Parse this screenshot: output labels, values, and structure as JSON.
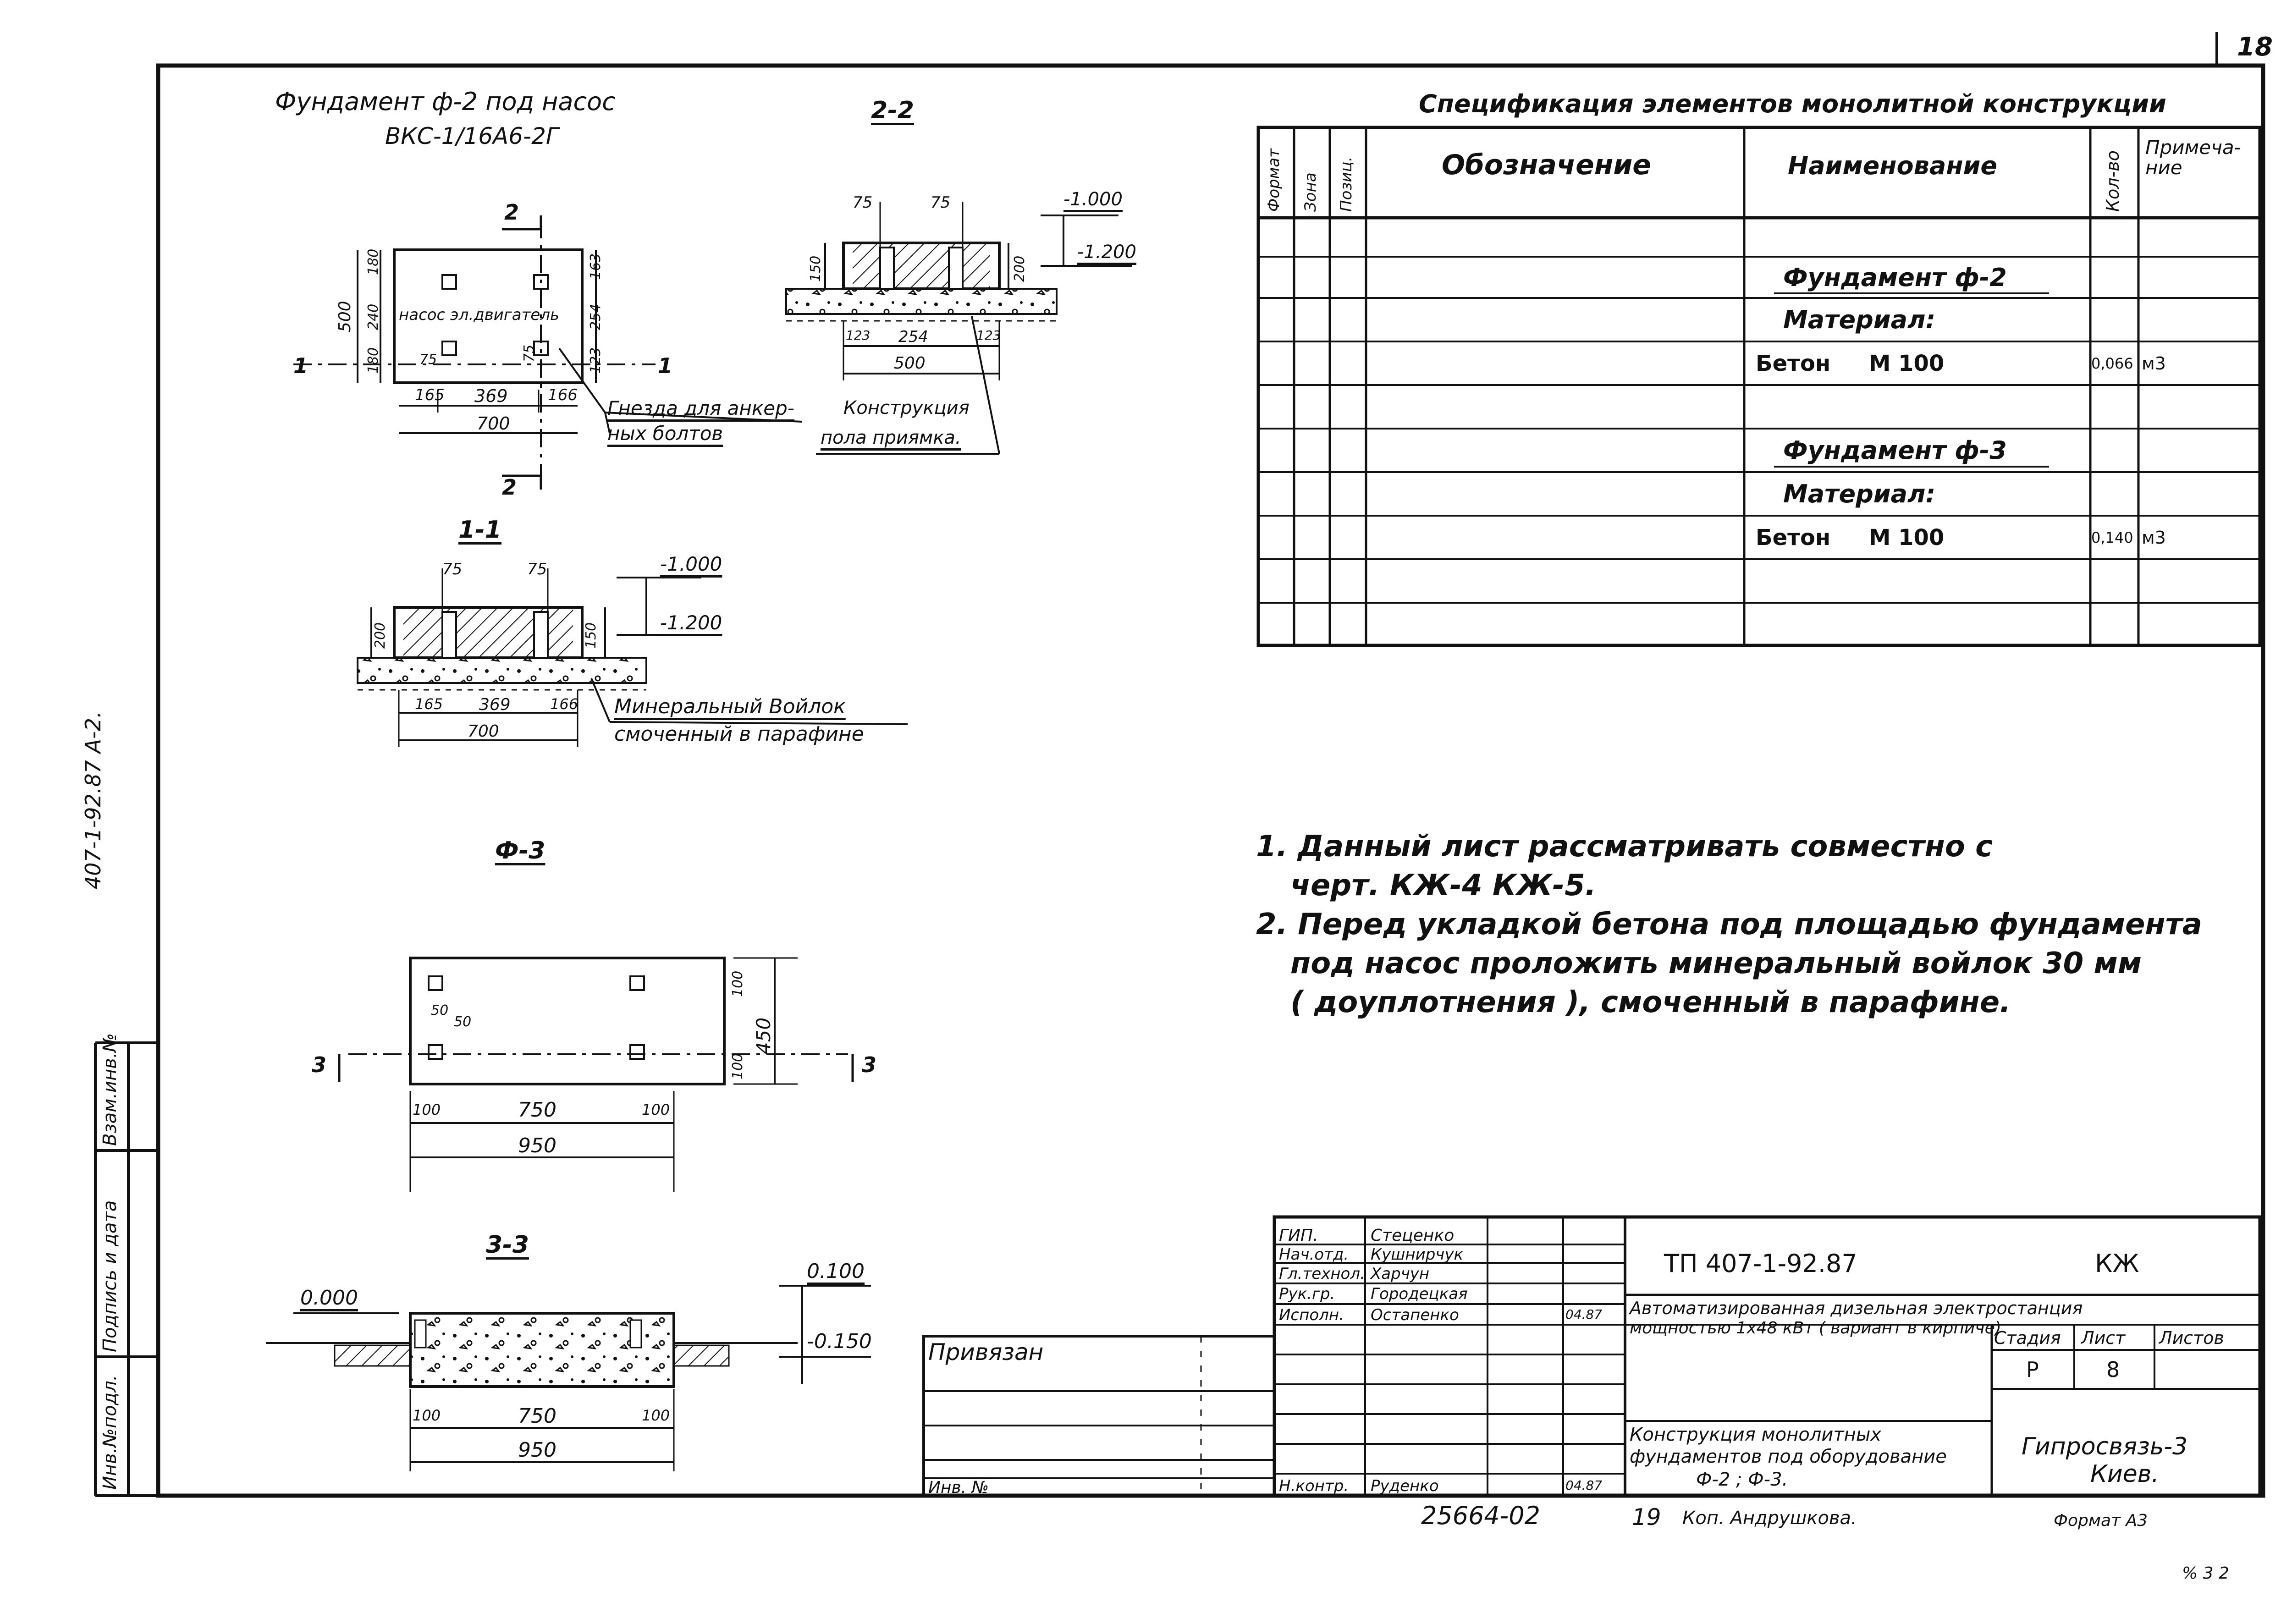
{
  "sheet": {
    "number": "18",
    "side_code": "407-1-92.87  А-2.",
    "stamp_number": "25664-02",
    "copy_number": "19",
    "copied_by": "Коп. Андрушкова.",
    "format": "Формат А3",
    "corner_mark": "% 3 2"
  },
  "drawing_f2": {
    "title_line1": "Фундамент ф-2  под  насос",
    "title_line2": "ВКС-1/16А6-2Г",
    "plan": {
      "section_marks": {
        "top_label": "2",
        "bottom_label": "2",
        "left_label": "1",
        "right_label": "1"
      },
      "label_pump_motor": "насос эл.двигатель",
      "label_anchor_sockets_line1": "Гнезда для анкер-",
      "label_anchor_sockets_line2": "ных болтов",
      "dims": {
        "height_total": "500",
        "h_top": "180",
        "h_mid": "240",
        "h_bot": "180",
        "h_r1": "163",
        "h_r2": "254",
        "h_r3": "123",
        "w_left": "165",
        "w_mid": "369",
        "w_right": "166",
        "w_total": "700",
        "hole1": "75",
        "hole2": "75"
      }
    },
    "section_2_2": {
      "title": "2-2",
      "dims": {
        "hole_a": "75",
        "hole_b": "75",
        "depth_left": "150",
        "depth_right": "200",
        "w_a": "123",
        "w_b": "254",
        "w_c": "123",
        "w_total": "500"
      },
      "levels": {
        "top": "-1.000",
        "bottom": "-1.200"
      },
      "note_line1": "Конструкция",
      "note_line2": "пола приямка."
    },
    "section_1_1": {
      "title": "1-1",
      "dims": {
        "hole_a": "75",
        "hole_b": "75",
        "depth_left": "200",
        "depth_right": "150",
        "w_a": "165",
        "w_b": "369",
        "w_c": "166",
        "w_total": "700"
      },
      "levels": {
        "top": "-1.000",
        "bottom": "-1.200"
      },
      "note_line1": "Минеральный Войлок",
      "note_line2": "смоченный в парафине"
    }
  },
  "drawing_f3": {
    "title": "Ф-3",
    "plan": {
      "section_label_left": "3",
      "section_label_right": "3",
      "dims": {
        "w_left": "100",
        "w_mid": "750",
        "w_right": "100",
        "w_total": "950",
        "h_top": "100",
        "h_bot": "100",
        "h_total": "450",
        "hole_a": "50",
        "hole_b": "50"
      }
    },
    "section_3_3": {
      "title": "3-3",
      "levels": {
        "left": "0.000",
        "right_top": "0.100",
        "right_bottom": "-0.150"
      },
      "dims": {
        "w_left": "100",
        "w_mid": "750",
        "w_right": "100",
        "w_total": "950"
      }
    }
  },
  "spec_table": {
    "title": "Спецификация элементов монолитной конструкции",
    "headers": {
      "format": "Формат",
      "zone": "Зона",
      "position": "Позиц.",
      "designation": "Обозначение",
      "name": "Наименование",
      "qty": "Кол-во",
      "note": "Примеча-ние"
    },
    "rows": [
      {
        "name": "",
        "qty": "",
        "unit": ""
      },
      {
        "name": "Фундамент ф-2",
        "qty": "",
        "unit": ""
      },
      {
        "name": "Материал:",
        "qty": "",
        "unit": ""
      },
      {
        "name": "Бетон     М 100",
        "qty": "0,066",
        "unit": "м3"
      },
      {
        "name": "",
        "qty": "",
        "unit": ""
      },
      {
        "name": "Фундамент ф-3",
        "qty": "",
        "unit": ""
      },
      {
        "name": "Материал:",
        "qty": "",
        "unit": ""
      },
      {
        "name": "Бетон     М 100",
        "qty": "0,140",
        "unit": "м3"
      },
      {
        "name": "",
        "qty": "",
        "unit": ""
      },
      {
        "name": "",
        "qty": "",
        "unit": ""
      },
      {
        "name": "",
        "qty": "",
        "unit": ""
      }
    ]
  },
  "notes": {
    "n1_line1": "1. Данный  лист  рассматривать  совместно  с",
    "n1_line2": "черт.  КЖ-4  КЖ-5.",
    "n2_line1": "2. Перед  укладкой  бетона   под  площадью  фундамента",
    "n2_line2": "под  насос   проложить    минеральный  войлок  30 мм",
    "n2_line3": "( доуплотнения ),  смоченный   в  парафине."
  },
  "left_strip": {
    "inv_podl": "Инв.№подл.",
    "sign_date": "Подпись и дата",
    "vzam": "Взам.инв.№"
  },
  "binding": {
    "privyazan": "Привязан",
    "inv_no": "Инв. №"
  },
  "title_block": {
    "roles": [
      {
        "role": "ГИП.",
        "name": "Стеценко",
        "date": ""
      },
      {
        "role": "Нач.отд.",
        "name": "Кушнирчук",
        "date": ""
      },
      {
        "role": "Гл.технол.",
        "name": "Харчун",
        "date": ""
      },
      {
        "role": "Рук.гр.",
        "name": "Городецкая",
        "date": ""
      },
      {
        "role": "Исполн.",
        "name": "Остапенко",
        "date": "04.87"
      },
      {
        "role": "Н.контр.",
        "name": "Руденко",
        "date": "04.87"
      }
    ],
    "project_code": "ТП 407-1-92.87",
    "mark": "КЖ",
    "project_title_line1": "Автоматизированная дизельная электростанция",
    "project_title_line2": "мощностью 1х48 кВт ( вариант в кирпиче)",
    "stage_header": "Стадия",
    "sheet_header": "Лист",
    "sheets_header": "Листов",
    "stage": "Р",
    "sheet_no": "8",
    "sheets_total": "",
    "drawing_title_line1": "Конструкция монолитных",
    "drawing_title_line2": "фундаментов  под оборудование",
    "drawing_title_line3": "Ф-2 ;  Ф-3.",
    "org_line1": "Гипросвязь-3",
    "org_line2": "Киев."
  }
}
